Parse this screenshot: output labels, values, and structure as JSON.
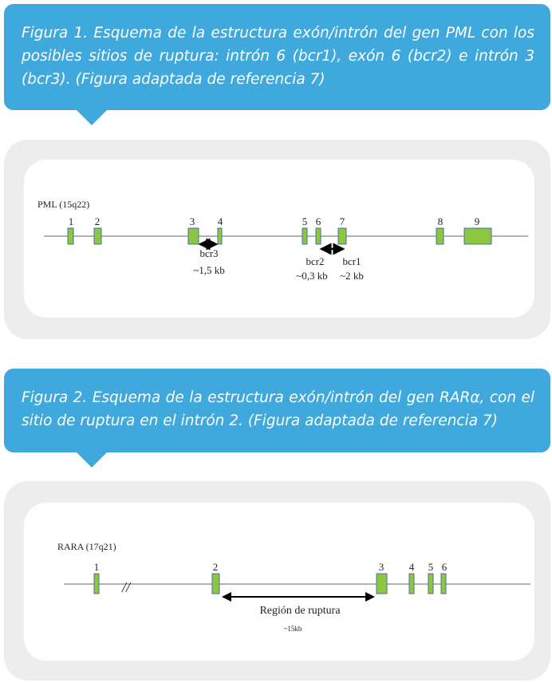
{
  "figure1": {
    "caption": "Figura 1. Esquema de la estructura exón/intrón del gen PML con los posibles sitios de ruptura: intrón 6 (bcr1), exón 6 (bcr2) e intrón 3 (bcr3). (Figura adaptada de referencia 7)",
    "gene_label": "PML (15q22)",
    "exons": [
      "1",
      "2",
      "3",
      "4",
      "5",
      "6",
      "7",
      "8",
      "9"
    ],
    "bcr3": "bcr3",
    "bcr3_size": "~1,5 kb",
    "bcr2": "bcr2",
    "bcr2_size": "~0,3 kb",
    "bcr1": "bcr1",
    "bcr1_size": "~2 kb"
  },
  "figure2": {
    "caption": "Figura 2. Esquema de la estructura exón/intrón del gen RARα, con el sitio de ruptura en el intrón 2. (Figura adaptada de referencia 7)",
    "gene_label": "RARA (17q21)",
    "exons": [
      "1",
      "2",
      "3",
      "4",
      "5",
      "6"
    ],
    "break_symbol": "//",
    "region_label": "Región de ruptura",
    "region_size": "~15kb"
  },
  "colors": {
    "callout": "#3fa9dd",
    "exon": "#8dc63f",
    "exon_border": "#4a6fa5"
  }
}
